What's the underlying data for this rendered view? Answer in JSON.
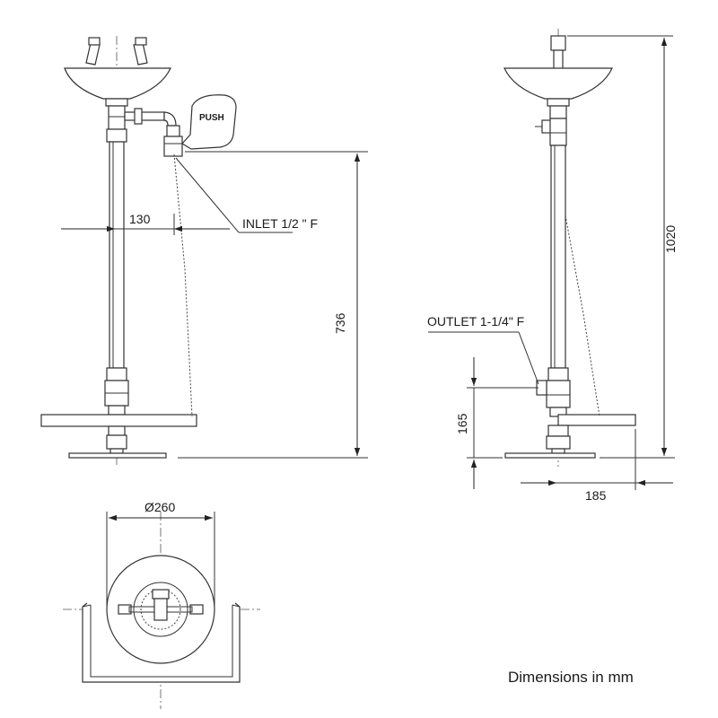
{
  "labels": {
    "push": "PUSH",
    "dim_130": "130",
    "inlet": "INLET 1/2 \" F",
    "dim_736": "736",
    "dim_1020": "1020",
    "outlet": "OUTLET 1-1/4\" F",
    "dim_165": "165",
    "dim_185": "185",
    "dim_260": "Ø260",
    "units_note": "Dimensions in mm"
  },
  "colors": {
    "line": "#333333",
    "background": "#ffffff"
  }
}
